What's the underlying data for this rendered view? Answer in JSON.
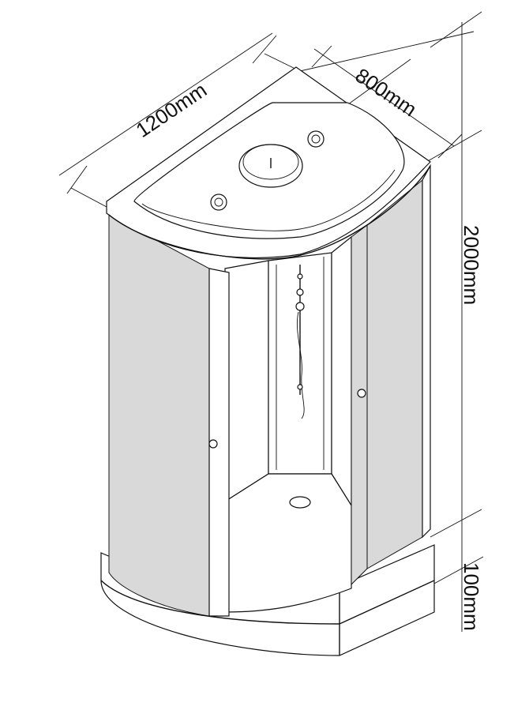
{
  "dimensions": {
    "width": "1200mm",
    "depth": "800mm",
    "height": "2000mm",
    "base_height": "100mm"
  },
  "colors": {
    "line": "#111111",
    "glass": "#d9d9d9",
    "background": "#ffffff"
  }
}
